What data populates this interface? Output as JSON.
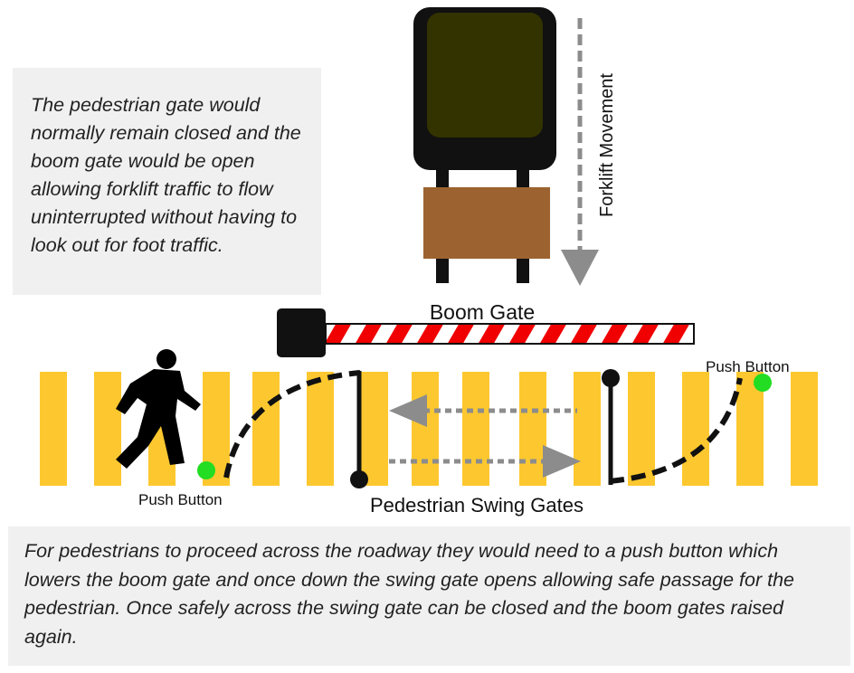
{
  "labels": {
    "forklift_movement": "Forklift Movement",
    "boom_gate": "Boom Gate",
    "push_button_left": "Push Button",
    "push_button_right": "Push Button",
    "pedestrian_swing_gates": "Pedestrian Swing Gates"
  },
  "notes": {
    "top": "The pedestrian gate would normally remain closed and the boom gate would be open allowing forklift traffic to flow uninterrupted without having to look out for foot traffic.",
    "bottom": "For pedestrians to proceed across the roadway they would need to a push button which lowers the boom gate and once down the swing gate opens allowing safe passage for the pedestrian.  Once safely across the swing gate can be closed and the boom gates raised again."
  },
  "icons": {
    "pedestrian": "walking-person-icon",
    "push_button": "green-dot-icon"
  },
  "colors": {
    "crossing_stripe": "#fdc82f",
    "boom_stripe_red": "#f00000",
    "push_button": "#22dd22",
    "forklift_body": "#111111",
    "forklift_cab": "#333300",
    "forklift_load": "#9c6330",
    "arrow_gray": "#8c8c8c"
  }
}
